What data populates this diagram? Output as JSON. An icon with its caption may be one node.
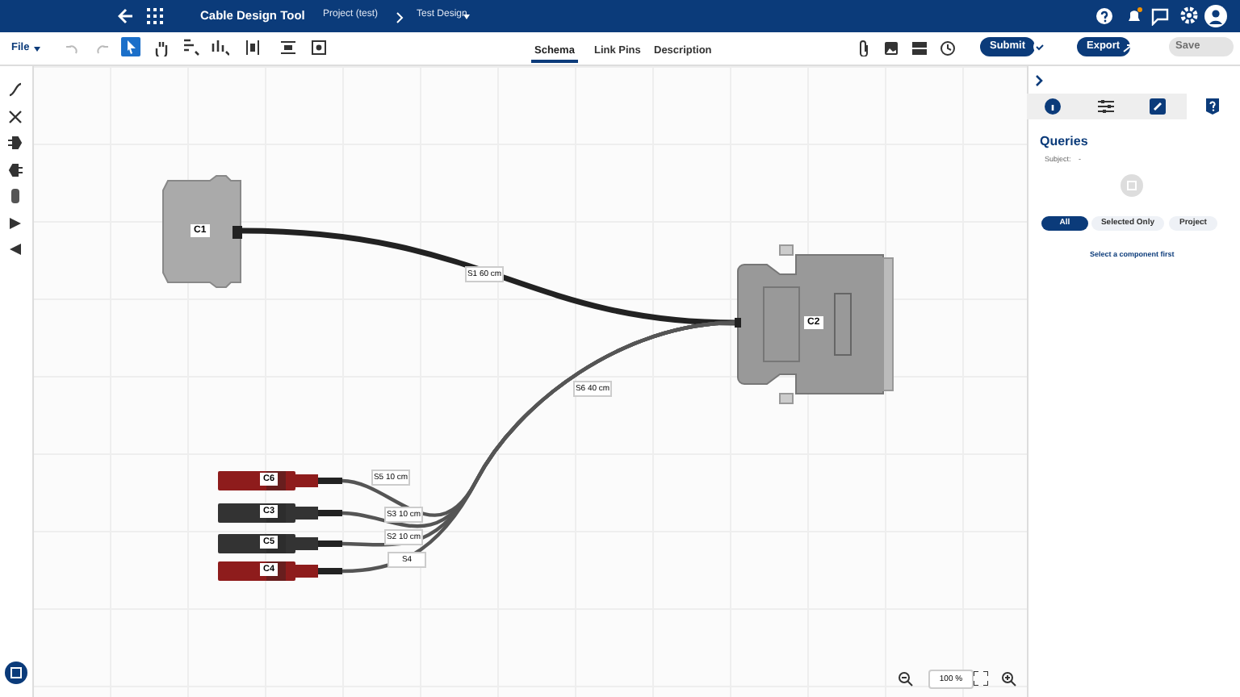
{
  "diagram": {
    "nodes": [
      {
        "text": [
          "C1"
        ]
      },
      {
        "text": [
          "C2"
        ]
      },
      {
        "text": [
          "C6"
        ]
      },
      {
        "text": [
          "C3"
        ]
      },
      {
        "text": [
          "C5"
        ]
      },
      {
        "text": [
          "C4"
        ]
      }
    ],
    "edges": [
      {
        "from": 0,
        "to": 1,
        "arrow": "none",
        "label": "S1 60 cm"
      },
      {
        "from": 1,
        "to": 2,
        "arrow": "none",
        "label": "S5 10 cm"
      },
      {
        "from": 1,
        "to": 3,
        "arrow": "none",
        "label": "S3 10 cm"
      },
      {
        "from": 1,
        "to": 4,
        "arrow": "none",
        "label": "S2 10 cm"
      },
      {
        "from": 1,
        "to": 5,
        "arrow": "none",
        "label": "S4"
      }
    ],
    "labels": [
      "Cable Design Tool",
      "Project (test)",
      "Test Design",
      "File",
      "Schema",
      "Link Pins",
      "Description",
      "Submit",
      "Export",
      "Save",
      "S6 40 cm",
      "Queries",
      "Subject:",
      "-",
      "All",
      "Selected Only",
      "Project",
      "Select a component first",
      "100 %"
    ]
  }
}
